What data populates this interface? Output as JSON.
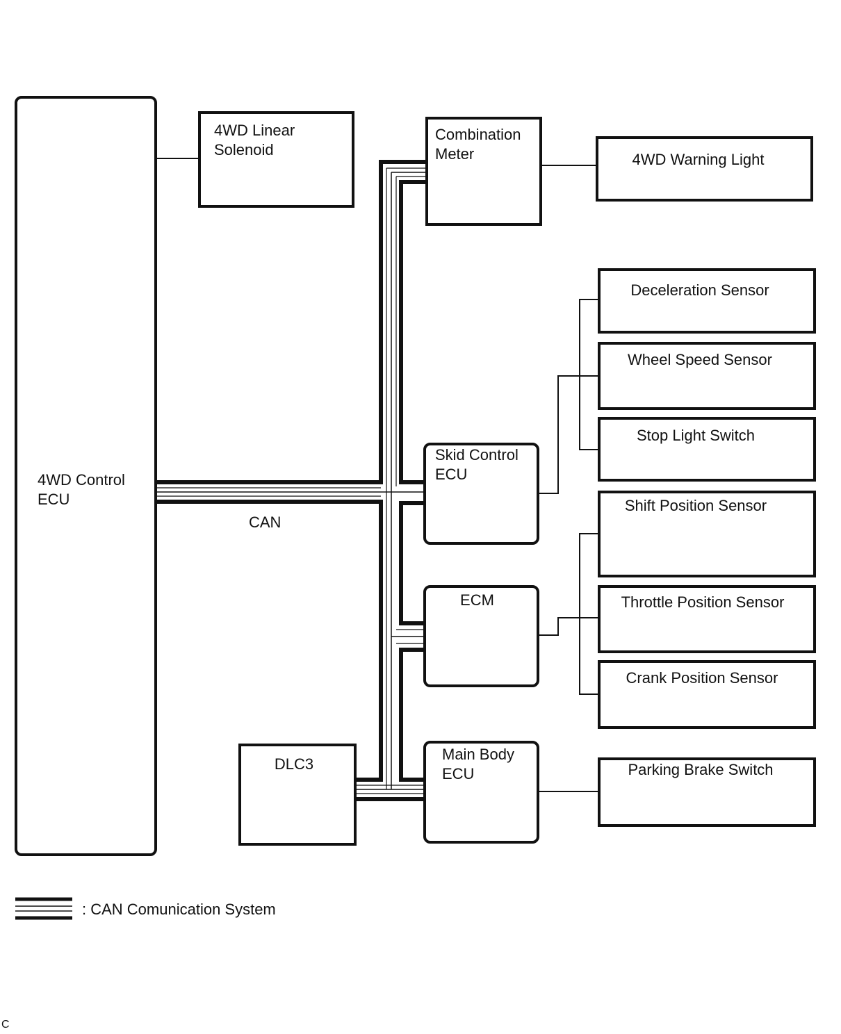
{
  "nodes": {
    "ecu_4wd": "4WD Control\nECU",
    "linear_solenoid": "4WD Linear\nSolenoid",
    "combination_meter": "Combination\nMeter",
    "warning_light": "4WD Warning Light",
    "deceleration_sensor": "Deceleration Sensor",
    "wheel_speed_sensor": "Wheel Speed Sensor",
    "stop_light_switch": "Stop Light Switch",
    "skid_control_ecu": "Skid Control\nECU",
    "shift_position_sensor": "Shift Position Sensor",
    "throttle_position_sensor": "Throttle Position Sensor",
    "crank_position_sensor": "Crank Position Sensor",
    "ecm": "ECM",
    "dlc3": "DLC3",
    "main_body_ecu": "Main Body\nECU",
    "parking_brake_switch": "Parking Brake Switch"
  },
  "bus_label": "CAN",
  "legend": ": CAN Comunication System",
  "corner_mark": "C"
}
